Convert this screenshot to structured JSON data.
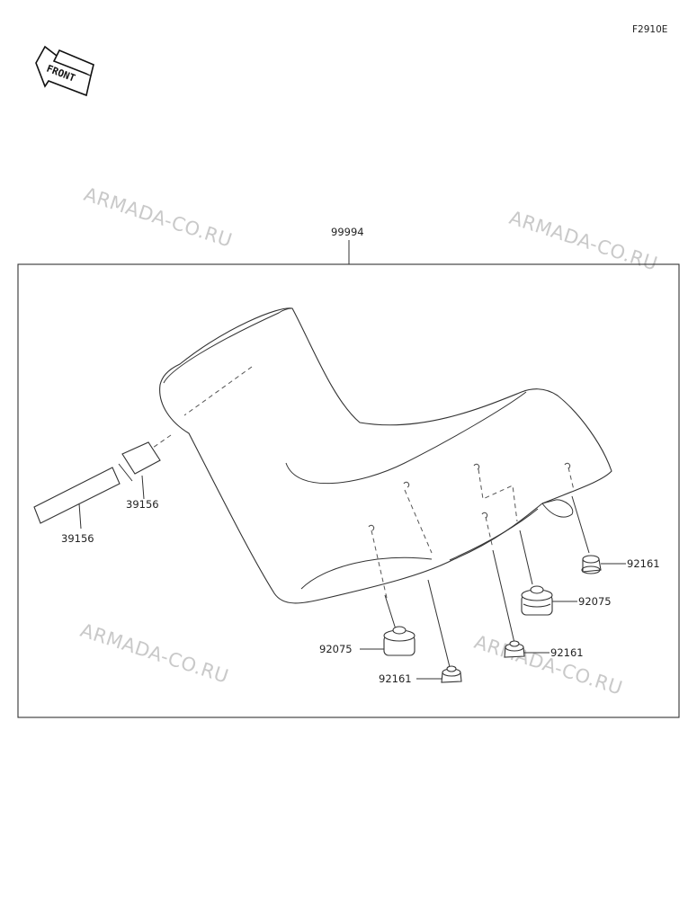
{
  "figure_code": "F2910E",
  "front_label": "FRONT",
  "watermark": "ARMADA-CO.RU",
  "parts": {
    "assembly": "99994",
    "strap_upper": "39156",
    "strap_lower": "39156",
    "cushion_right_upper": "92161",
    "damper_right": "92075",
    "cushion_right_lower": "92161",
    "damper_left": "92075",
    "cushion_left": "92161"
  }
}
